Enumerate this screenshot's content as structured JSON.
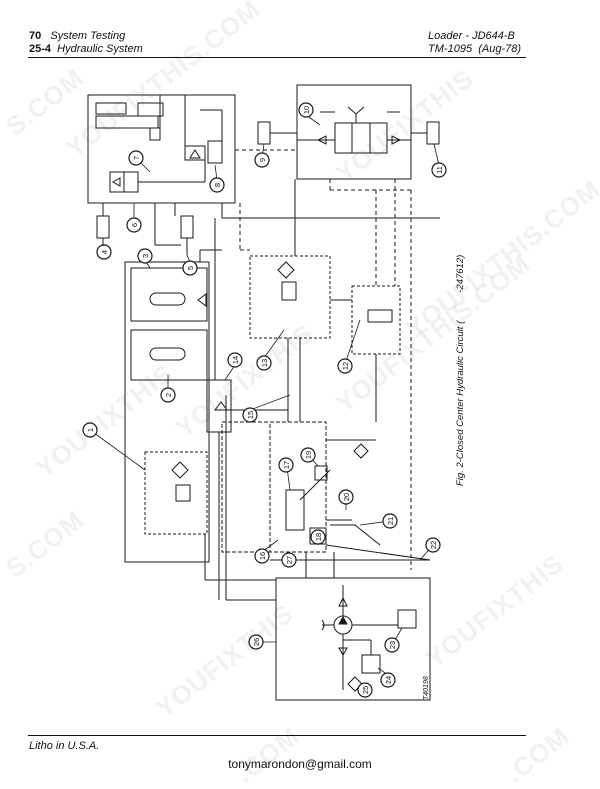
{
  "header": {
    "page_number": "70",
    "section_title": "System Testing",
    "section_code": "25-4",
    "subsection_title": "Hydraulic System",
    "model": "Loader - JD644-B",
    "manual": "TM-1095",
    "date": "(Aug-78)"
  },
  "figure": {
    "caption_text": "Fig. 2-Closed Center Hydraulic Circuit (",
    "caption_number": "-247612)",
    "drawing_number": "T40198",
    "callouts": [
      "1",
      "2",
      "3",
      "4",
      "5",
      "6",
      "7",
      "8",
      "9",
      "10",
      "11",
      "12",
      "13",
      "14",
      "15",
      "16",
      "17",
      "18",
      "19",
      "20",
      "21",
      "22",
      "23",
      "24",
      "25",
      "26",
      "27"
    ]
  },
  "watermarks": [
    "YOUFIXTHIS.COM",
    "YOUFIXTHIS",
    "S.COM",
    "YOUFIXTHIS",
    "YOUFIXTHIS.COM",
    "S.COM",
    "YOUFIXTHIS",
    "YOUFIXTHIS",
    "YOUFIXTHIS",
    "YOUFIXTHIS.COM",
    ".COM",
    ".COM"
  ],
  "footer": {
    "printed": "Litho in U.S.A.",
    "email": "tonymarondon@gmail.com"
  }
}
